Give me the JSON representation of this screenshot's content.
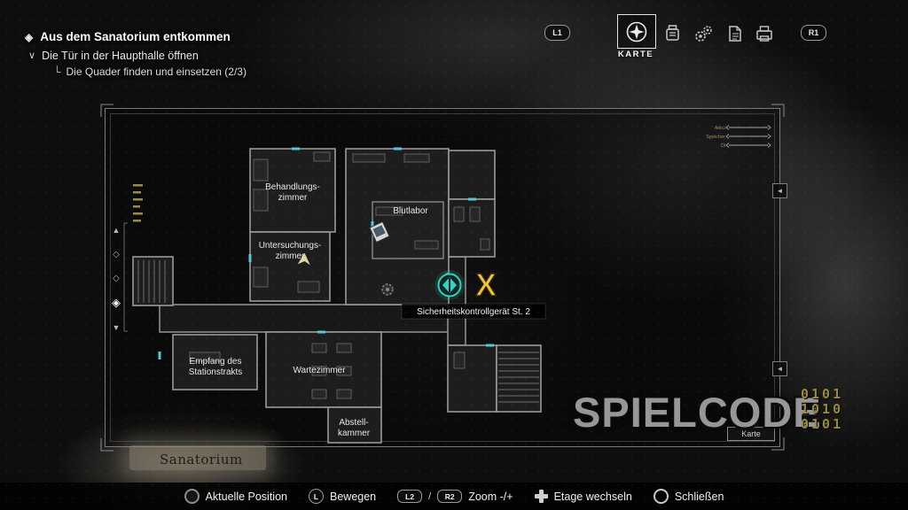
{
  "objectives": {
    "icon": "◈",
    "main": "Aus dem Sanatorium entkommen",
    "chevron": "∨",
    "sub": "Die Tür in der Haupthalle öffnen",
    "branch": "└",
    "task": "Die Quader finden und einsetzen (2/3)"
  },
  "topbar": {
    "l1": "L1",
    "r1": "R1",
    "map_label": "KARTE",
    "icons": [
      "compass-icon",
      "inventory-icon",
      "crafting-icon",
      "documents-icon",
      "storage-icon"
    ]
  },
  "map": {
    "location": "Sanatorium",
    "karte_chip": "Karte",
    "floor_selector": {
      "up": "▲",
      "floors": [
        "◇",
        "◇",
        "◈"
      ],
      "down": "▼"
    },
    "page_marker": "◄",
    "panel_rows": [
      "Akku",
      "Speicher",
      "Öl"
    ],
    "rooms": [
      {
        "id": "behandlungszimmer",
        "lines": [
          "Behandlungs-",
          "zimmer"
        ]
      },
      {
        "id": "blutlabor",
        "lines": [
          "Blutlabor"
        ]
      },
      {
        "id": "untersuchungszimmer",
        "lines": [
          "Untersuchungs-",
          "zimmer"
        ]
      },
      {
        "id": "empfang",
        "lines": [
          "Empfang des",
          "Stationstrakts"
        ]
      },
      {
        "id": "wartezimmer",
        "lines": [
          "Wartezimmer"
        ]
      },
      {
        "id": "abstellkammer",
        "lines": [
          "Abstell-",
          "kammer"
        ]
      }
    ],
    "marker": {
      "label": "Sicherheitskontrollgerät St. 2",
      "symbol": "X"
    }
  },
  "watermark": {
    "brand": "SPIELCODE",
    "code_lines": [
      "0101",
      "1010",
      "0101"
    ]
  },
  "controls": [
    {
      "label": "Aktuelle Position"
    },
    {
      "stick_letter": "L",
      "label": "Bewegen"
    },
    {
      "btn_left": "L2",
      "separator": "/",
      "btn_right": "R2",
      "label": "Zoom -/+"
    },
    {
      "label": "Etage wechseln"
    },
    {
      "label": "Schließen"
    }
  ],
  "colors": {
    "accent_teal": "#2fd3c0",
    "accent_yellow": "#ecc53d",
    "door_cyan": "#56c8d8"
  }
}
